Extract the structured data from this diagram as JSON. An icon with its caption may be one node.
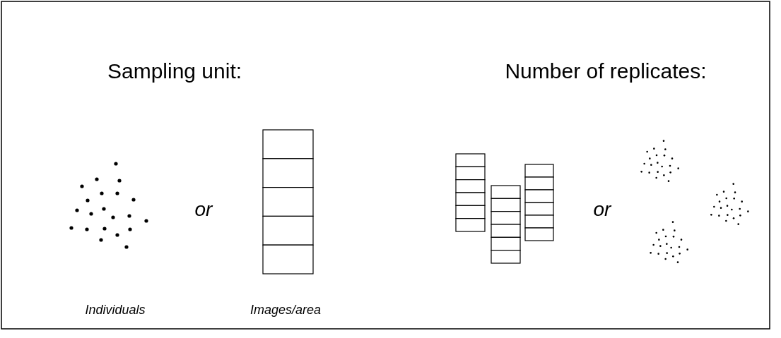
{
  "diagram": {
    "labels": [
      "Sampling unit:",
      "Number of replicates:",
      "or",
      "or",
      "Individuals",
      "Images/area"
    ]
  }
}
